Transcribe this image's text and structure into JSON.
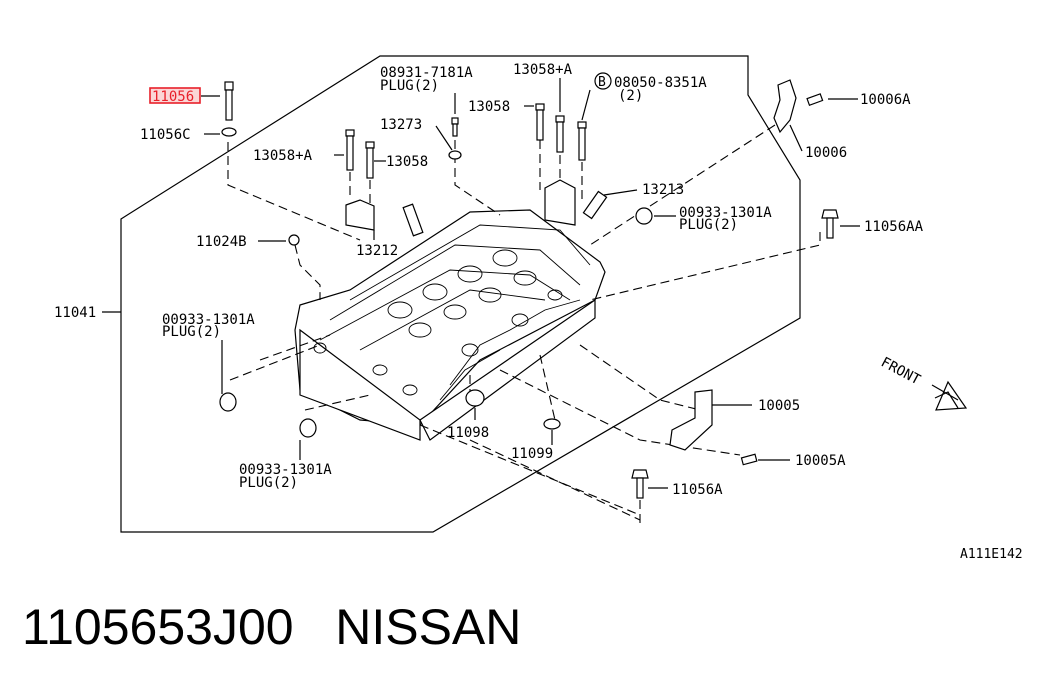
{
  "highlighted_part": "11056",
  "labels": {
    "p11056": "11056",
    "p11056C": "11056C",
    "p08931": "08931-7181A",
    "p08931_plug": "PLUG(2)",
    "p13058A_top": "13058+A",
    "p08050": "08050-8351A",
    "p08050_qty": "(2)",
    "p08050_badge": "B",
    "p13058_top": "13058",
    "p13273": "13273",
    "p10006A": "10006A",
    "p13058A_left": "13058+A",
    "p13058_left": "13058",
    "p10006": "10006",
    "p13213": "13213",
    "p00933_r": "00933-1301A",
    "p00933_r_plug": "PLUG(2)",
    "p11056AA": "11056AA",
    "p11024B": "11024B",
    "p13212": "13212",
    "p11041": "11041",
    "p00933_l": "00933-1301A",
    "p00933_l_plug": "PLUG(2)",
    "p10005": "10005",
    "p11098": "11098",
    "p11099": "11099",
    "p10005A": "10005A",
    "p00933_b": "00933-1301A",
    "p00933_b_plug": "PLUG(2)",
    "p11056A": "11056A",
    "front": "FRONT",
    "ref_code": "A111E142"
  },
  "caption": "1105653J00   NISSAN",
  "colors": {
    "highlight": "#e8202a",
    "line": "#000000",
    "background": "#ffffff"
  }
}
